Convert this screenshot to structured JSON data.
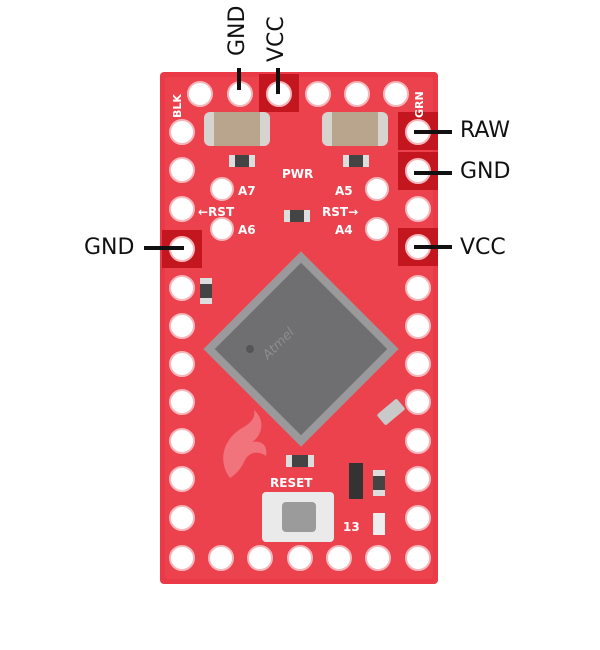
{
  "callouts": {
    "top_gnd": "GND",
    "top_vcc": "VCC",
    "right_raw": "RAW",
    "right_gnd": "GND",
    "right_vcc": "VCC",
    "left_gnd": "GND"
  },
  "board": {
    "corner_blk": "BLK",
    "corner_grn": "GRN",
    "pwr": "PWR",
    "a7": "A7",
    "a6": "A6",
    "a5": "A5",
    "a4": "A4",
    "rst_left": "←RST",
    "rst_right": "RST→",
    "reset": "RESET",
    "pin13": "13",
    "chip_brand": "Atmel"
  },
  "colors": {
    "pcb": "#ea3a47",
    "pcb_dark": "#c82a35",
    "highlight": "#c4161f",
    "pad": "#ffffff",
    "chip": "#6f6f72"
  }
}
